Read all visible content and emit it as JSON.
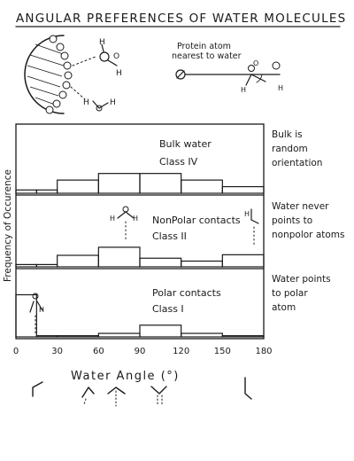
{
  "title": "ANGULAR PREFERENCES OF WATER MOLECULES",
  "inset_labels": {
    "protein_atom": [
      "Protein atom",
      "nearest to water"
    ],
    "atom_O": "O",
    "atom_H": "H"
  },
  "y_axis_label": "Frequency of Occurence",
  "x_axis_label": "Water Angle (°)",
  "panels": [
    {
      "label_line1": "Bulk water",
      "label_line2": "Class IV",
      "note": [
        "Bulk is",
        "random",
        "orientation"
      ]
    },
    {
      "label_line1": "NonPolar contacts",
      "label_line2": "Class II",
      "note": [
        "Water never",
        "points to",
        "nonpolor atoms"
      ]
    },
    {
      "label_line1": "Polar contacts",
      "label_line2": "Class I",
      "note": [
        "Water points",
        "to polar",
        "atom"
      ]
    }
  ],
  "chart_data": {
    "type": "bar",
    "xlabel": "Water Angle (°)",
    "ylabel": "Frequency of Occurence",
    "xlim": [
      0,
      180
    ],
    "ylim": [
      0,
      1
    ],
    "x_ticks": [
      0,
      30,
      60,
      90,
      120,
      150,
      180
    ],
    "bin_edges": [
      0,
      15,
      30,
      60,
      90,
      120,
      150,
      180
    ],
    "series": [
      {
        "values": [
          0.06,
          0.06,
          0.24,
          0.36,
          0.36,
          0.24,
          0.12
        ]
      },
      {
        "values": [
          0.04,
          0.04,
          0.2,
          0.34,
          0.15,
          0.1,
          0.21
        ]
      },
      {
        "values": [
          0.72,
          0.02,
          0.02,
          0.06,
          0.2,
          0.06,
          0.02
        ]
      }
    ]
  }
}
